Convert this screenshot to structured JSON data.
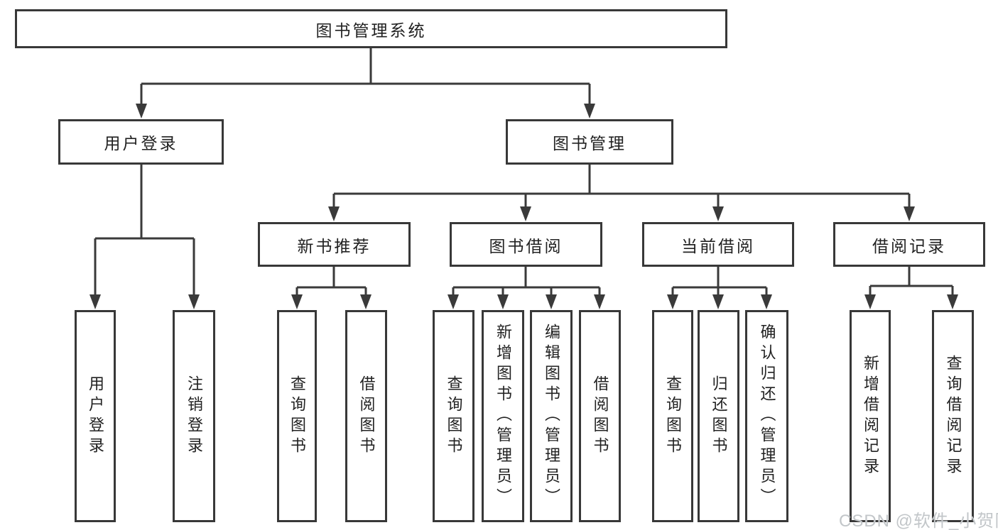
{
  "tree": {
    "label": "图书管理系统",
    "children": [
      {
        "label": "用户登录",
        "children": [
          {
            "label": "用户登录"
          },
          {
            "label": "注销登录"
          }
        ]
      },
      {
        "label": "图书管理",
        "children": [
          {
            "label": "新书推荐",
            "children": [
              {
                "label": "查询图书"
              },
              {
                "label": "借阅图书"
              }
            ]
          },
          {
            "label": "图书借阅",
            "children": [
              {
                "label": "查询图书"
              },
              {
                "label": "新增图书（管理员）"
              },
              {
                "label": "编辑图书（管理员）"
              },
              {
                "label": "借阅图书"
              }
            ]
          },
          {
            "label": "当前借阅",
            "children": [
              {
                "label": "查询图书"
              },
              {
                "label": "归还图书"
              },
              {
                "label": "确认归还（管理员）"
              }
            ]
          },
          {
            "label": "借阅记录",
            "children": [
              {
                "label": "新增借阅记录"
              },
              {
                "label": "查询借阅记录"
              }
            ]
          }
        ]
      }
    ]
  },
  "watermark": {
    "text": "CSDN @软件_小贺同学"
  },
  "colors": {
    "line": "#3a3a3a",
    "box_border": "#383838",
    "text": "#222222",
    "watermark": "#c2c6c9",
    "background": "#ffffff"
  }
}
